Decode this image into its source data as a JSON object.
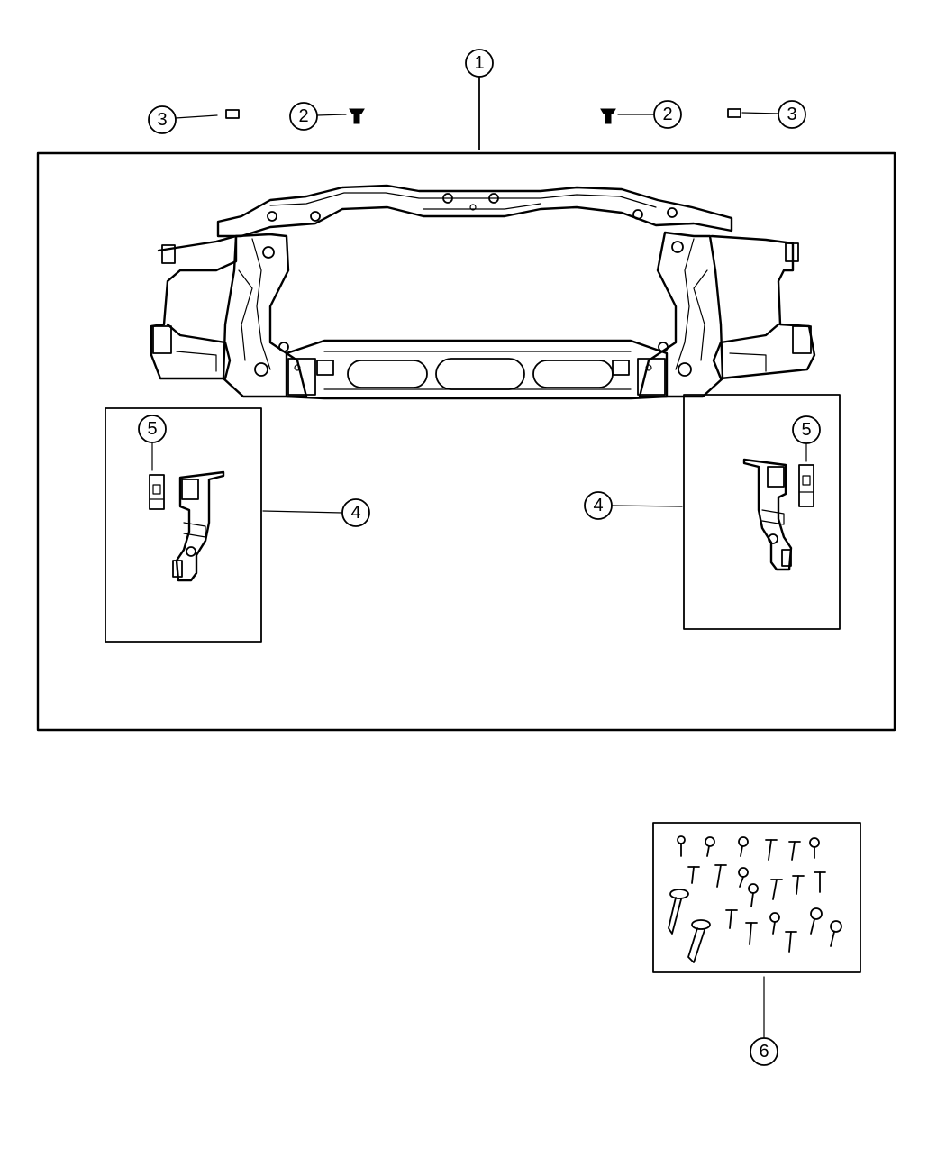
{
  "callouts": {
    "c1": "1",
    "c2_left": "2",
    "c2_right": "2",
    "c3_left": "3",
    "c3_right": "3",
    "c4_left": "4",
    "c4_right": "4",
    "c5_left": "5",
    "c5_right": "5",
    "c6": "6"
  }
}
